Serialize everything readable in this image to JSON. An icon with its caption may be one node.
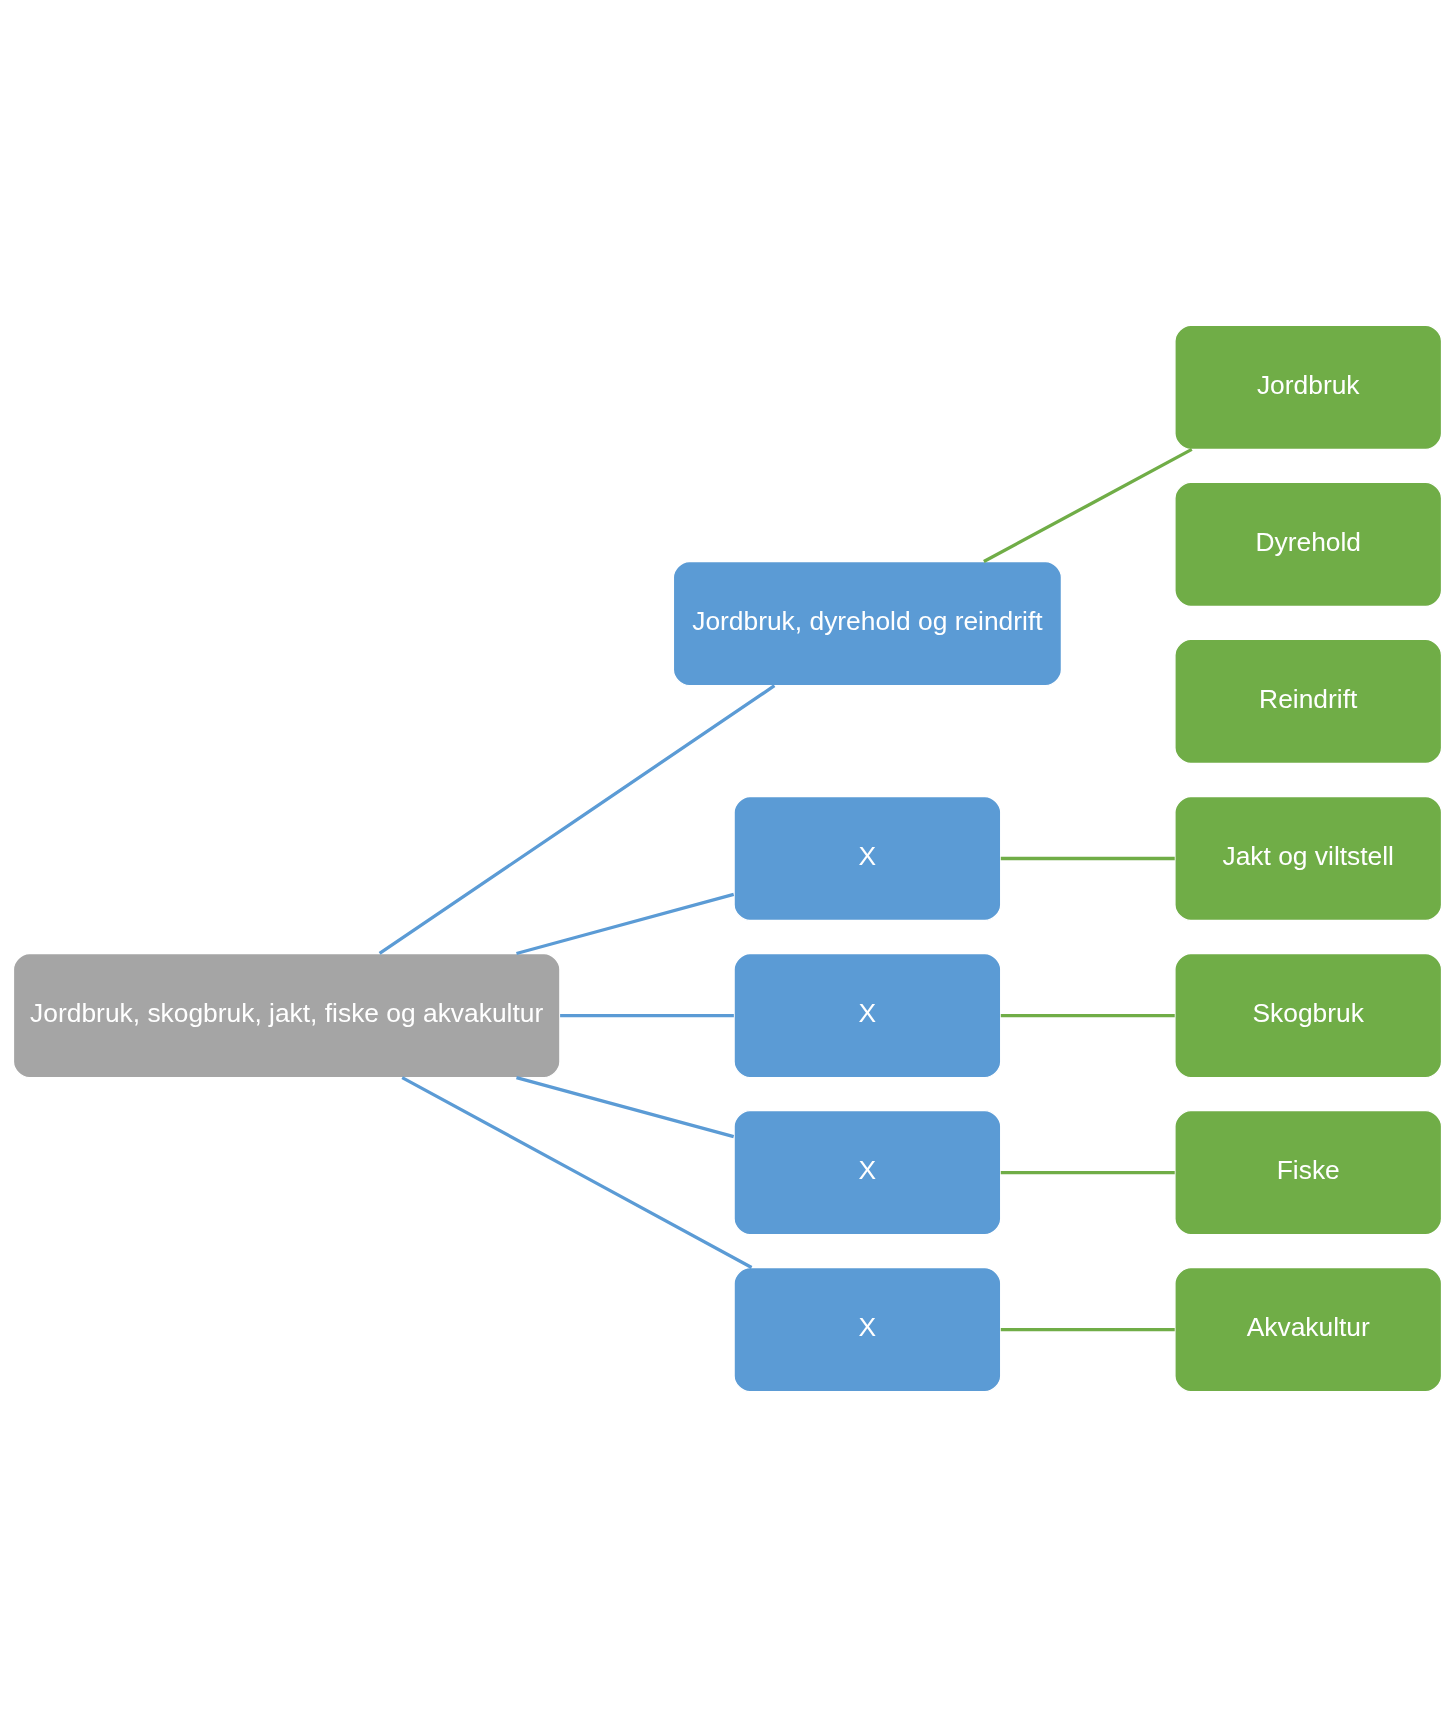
{
  "diagram": {
    "nodes": [
      {
        "text": [
          "Jordbruk, skogbruk, jakt, fiske og akvakultur"
        ]
      },
      {
        "text": [
          "Jordbruk, dyrehold og reindrift"
        ]
      },
      {
        "text": [
          "Jordbruk"
        ]
      },
      {
        "text": [
          "Dyrehold"
        ]
      },
      {
        "text": [
          "Reindrift"
        ]
      },
      {
        "text": [
          "X"
        ]
      },
      {
        "text": [
          "Jakt og viltstell"
        ]
      },
      {
        "text": [
          "X"
        ]
      },
      {
        "text": [
          "Skogbruk"
        ]
      },
      {
        "text": [
          "X"
        ]
      },
      {
        "text": [
          "Fiske"
        ]
      },
      {
        "text": [
          "X"
        ]
      },
      {
        "text": [
          "Akvakultur"
        ]
      }
    ],
    "edges": [
      {
        "from": 0,
        "to": 1,
        "arrow": "none",
        "color": "#5b9bd5"
      },
      {
        "from": 0,
        "to": 5,
        "arrow": "none",
        "color": "#5b9bd5"
      },
      {
        "from": 0,
        "to": 7,
        "arrow": "none",
        "color": "#5b9bd5"
      },
      {
        "from": 0,
        "to": 9,
        "arrow": "none",
        "color": "#5b9bd5"
      },
      {
        "from": 0,
        "to": 11,
        "arrow": "none",
        "color": "#5b9bd5"
      },
      {
        "from": 1,
        "to": 2,
        "arrow": "none",
        "color": "#70ad47"
      },
      {
        "from": 5,
        "to": 6,
        "arrow": "none",
        "color": "#70ad47"
      },
      {
        "from": 7,
        "to": 8,
        "arrow": "none",
        "color": "#70ad47"
      },
      {
        "from": 9,
        "to": 10,
        "arrow": "none",
        "color": "#70ad47"
      },
      {
        "from": 11,
        "to": 12,
        "arrow": "none",
        "color": "#70ad47"
      }
    ]
  }
}
